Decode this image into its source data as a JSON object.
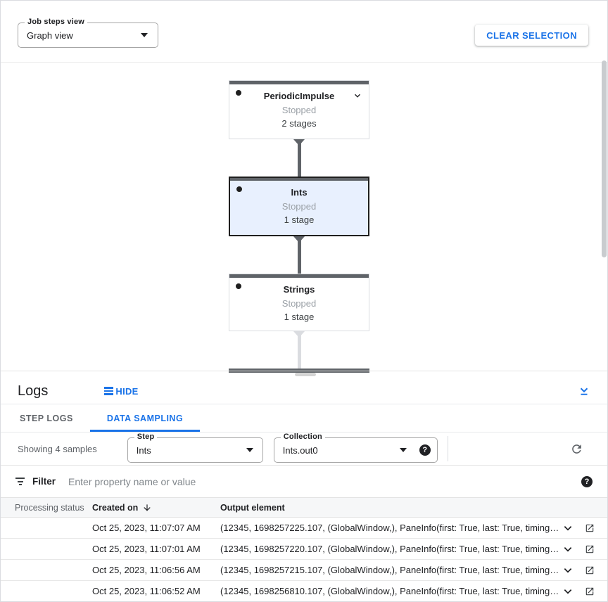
{
  "header": {
    "view_select": {
      "label": "Job steps view",
      "value": "Graph view"
    },
    "clear_selection": "CLEAR SELECTION"
  },
  "graph": {
    "nodes": [
      {
        "title": "PeriodicImpulse",
        "status": "Stopped",
        "stages": "2 stages",
        "selected": false,
        "expandable": true
      },
      {
        "title": "Ints",
        "status": "Stopped",
        "stages": "1 stage",
        "selected": true,
        "expandable": false
      },
      {
        "title": "Strings",
        "status": "Stopped",
        "stages": "1 stage",
        "selected": false,
        "expandable": false
      }
    ]
  },
  "logs": {
    "title": "Logs",
    "hide": "HIDE",
    "tabs": {
      "step_logs": "STEP LOGS",
      "data_sampling": "DATA SAMPLING",
      "active": "DATA SAMPLING"
    },
    "toolbar": {
      "showing": "Showing 4 samples",
      "step_select": {
        "label": "Step",
        "value": "Ints"
      },
      "collection_select": {
        "label": "Collection",
        "value": "Ints.out0"
      }
    },
    "filter": {
      "label": "Filter",
      "placeholder": "Enter property name or value"
    },
    "table": {
      "columns": {
        "status": "Processing status",
        "created": "Created on",
        "output": "Output element"
      },
      "rows": [
        {
          "created": "Oct 25, 2023, 11:07:07 AM",
          "output": "(12345, 1698257225.107, (GlobalWindow,), PaneInfo(first: True, last: True, timing…"
        },
        {
          "created": "Oct 25, 2023, 11:07:01 AM",
          "output": "(12345, 1698257220.107, (GlobalWindow,), PaneInfo(first: True, last: True, timing…"
        },
        {
          "created": "Oct 25, 2023, 11:06:56 AM",
          "output": "(12345, 1698257215.107, (GlobalWindow,), PaneInfo(first: True, last: True, timing…"
        },
        {
          "created": "Oct 25, 2023, 11:06:52 AM",
          "output": "(12345, 1698256810.107, (GlobalWindow,), PaneInfo(first: True, last: True, timing…"
        }
      ]
    }
  },
  "icons": {
    "help_glyph": "?"
  },
  "colors": {
    "accent_blue": "#1a73e8",
    "node_bar": "#5f6368",
    "selected_node_bg": "#e8f0fe",
    "status_text": "#9aa0a6",
    "edge_dark": "#5f6368",
    "edge_light": "#dadce0"
  }
}
